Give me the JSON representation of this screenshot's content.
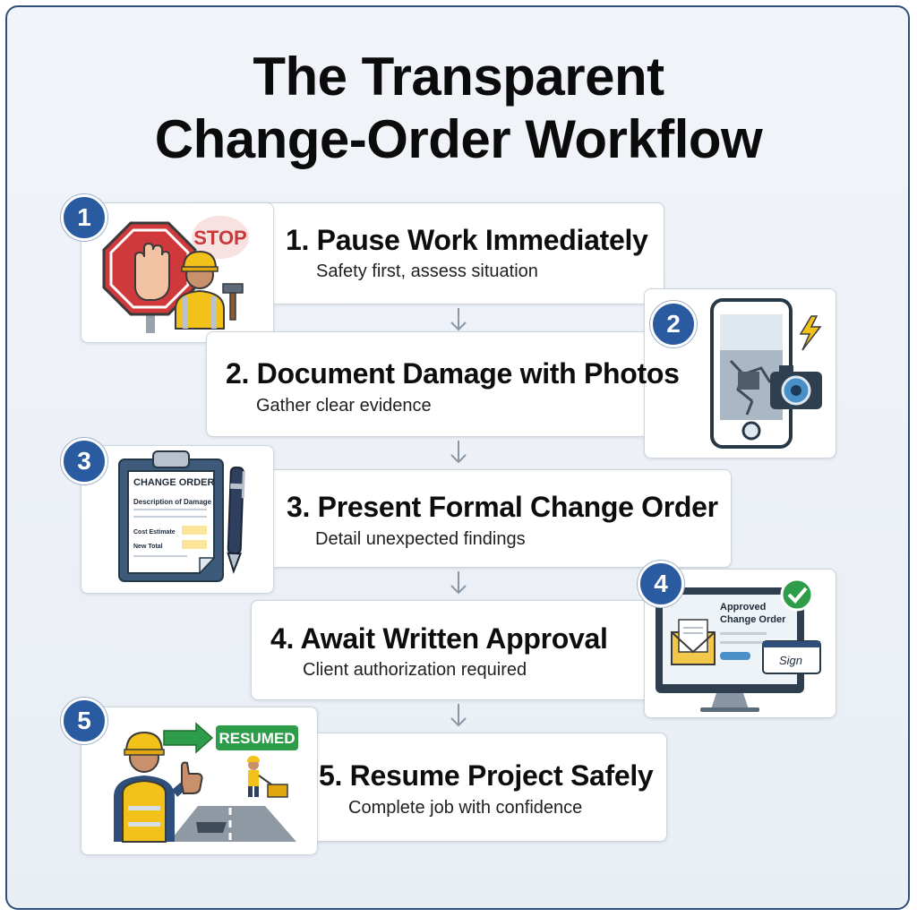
{
  "title": {
    "line1": "The Transparent",
    "line2": "Change-Order Workflow"
  },
  "steps": [
    {
      "number": "1",
      "title": "1. Pause Work Immediately",
      "description": "Safety first, assess situation",
      "icon": "stop-sign-worker-icon",
      "icon_text": "STOP"
    },
    {
      "number": "2",
      "title": "2. Document Damage with Photos",
      "description": "Gather clear evidence",
      "icon": "phone-camera-icon"
    },
    {
      "number": "3",
      "title": "3. Present Formal Change Order",
      "description": "Detail unexpected findings",
      "icon": "clipboard-pen-icon",
      "doc": {
        "heading": "CHANGE ORDER",
        "line1": "Description of Damage",
        "line2": "Cost Estimate",
        "line3": "New Total"
      }
    },
    {
      "number": "4",
      "title": "4. Await Written Approval",
      "description": "Client authorization required",
      "icon": "monitor-approval-icon",
      "doc": {
        "line1": "Approved",
        "line2": "Change Order",
        "signature": "Sign"
      }
    },
    {
      "number": "5",
      "title": "5. Resume Project Safely",
      "description": "Complete job with confidence",
      "icon": "worker-thumbs-up-icon",
      "icon_text": "RESUMED"
    }
  ],
  "colors": {
    "badge": "#2a5aa0",
    "stop_red": "#d0393b",
    "resumed_green": "#2e9d4a",
    "hardhat": "#f2c21b"
  }
}
